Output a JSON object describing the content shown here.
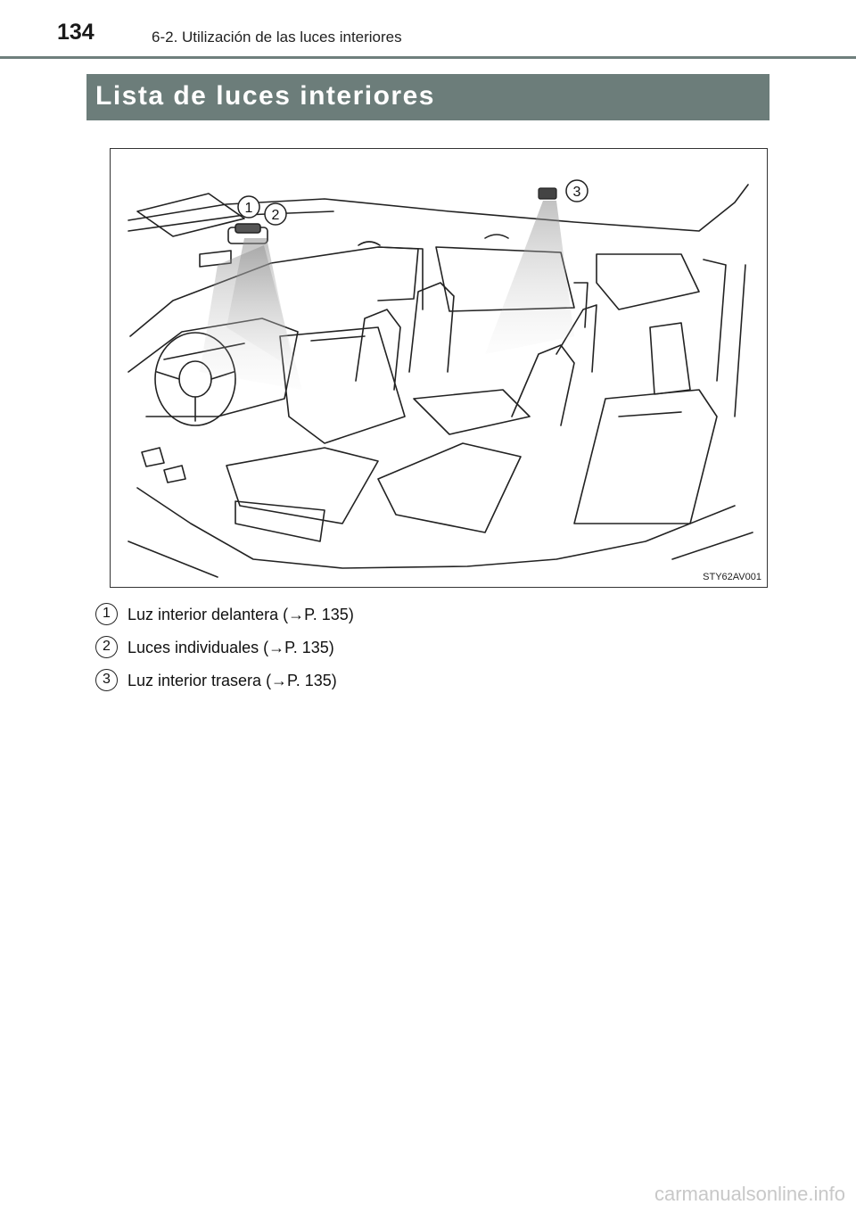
{
  "header": {
    "page_number": "134",
    "running_head": "6-2. Utilización de las luces interiores"
  },
  "section": {
    "title": "Lista de luces interiores"
  },
  "figure": {
    "code": "STY62AV001",
    "callouts": [
      "1",
      "2",
      "3"
    ]
  },
  "legend": [
    {
      "badge": "1",
      "text": "Luz interior delantera (→P. 135)"
    },
    {
      "badge": "2",
      "text": "Luces individuales (→P. 135)"
    },
    {
      "badge": "3",
      "text": "Luz interior trasera (→P. 135)"
    }
  ],
  "footer": {
    "watermark": "carmanualsonline.info"
  },
  "colors": {
    "banner": "#6c7d7a",
    "rule": "#6f7f7c",
    "light_cone": "#8a8a8a"
  }
}
